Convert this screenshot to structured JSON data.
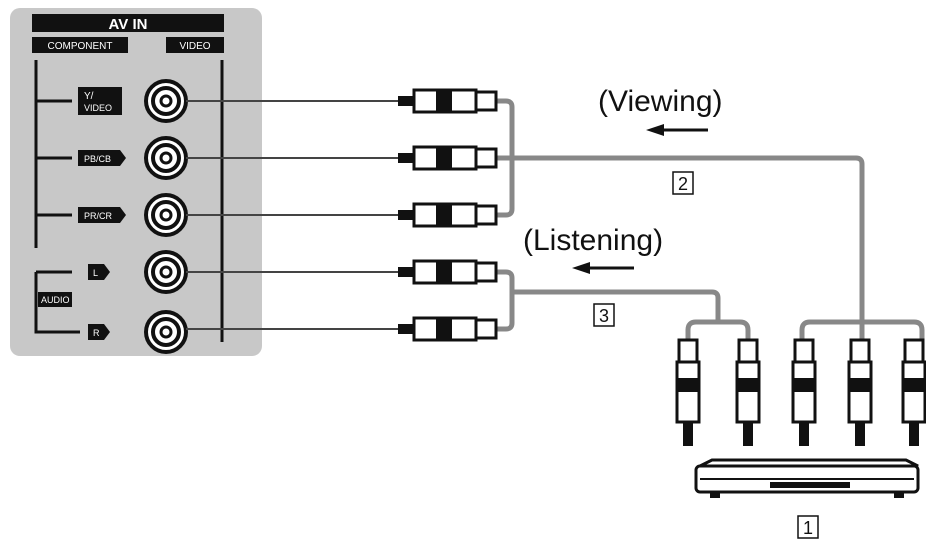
{
  "panel": {
    "title": "AV IN",
    "component_label": "COMPONENT",
    "video_label": "VIDEO",
    "audio_label": "AUDIO",
    "jacks": [
      {
        "label": "Y/\nVIDEO",
        "line1": "Y/",
        "line2": "VIDEO"
      },
      {
        "label": "PB/CB",
        "line1": "PB/CB",
        "line2": ""
      },
      {
        "label": "PR/CR",
        "line1": "PR/CR",
        "line2": ""
      },
      {
        "label": "L",
        "line1": "L",
        "line2": ""
      },
      {
        "label": "R",
        "line1": "R",
        "line2": ""
      }
    ]
  },
  "annotations": {
    "viewing": "(Viewing)",
    "listening": "(Listening)",
    "cable_video_number": "2",
    "cable_audio_number": "3",
    "device_number": "1"
  },
  "colors": {
    "panel_bg": "#c8c8c8",
    "ink": "#111111",
    "cable": "#888888"
  }
}
